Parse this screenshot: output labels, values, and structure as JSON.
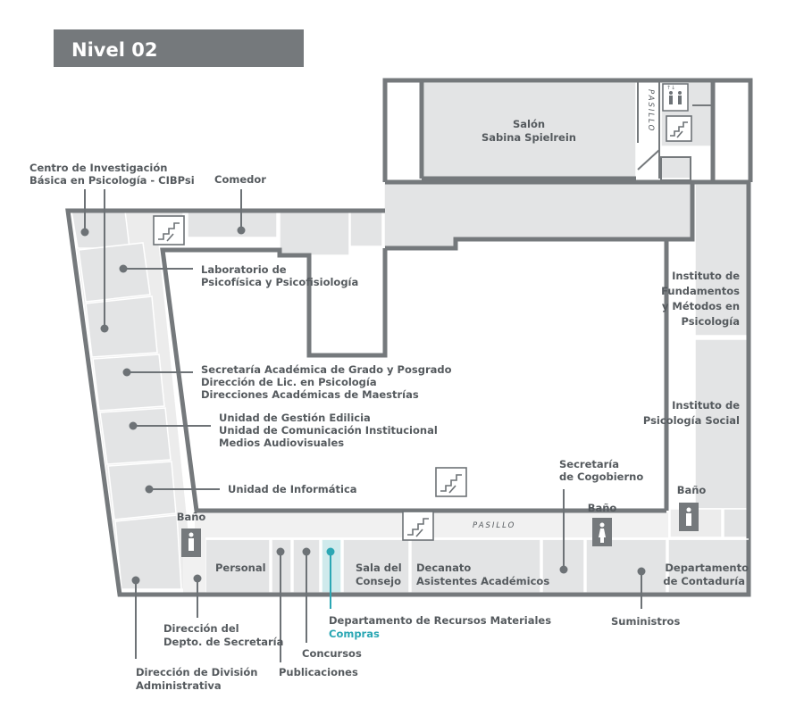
{
  "header": {
    "title": "Nivel 02",
    "bg_color": "#75797c"
  },
  "colors": {
    "wall": "#75797c",
    "room": "#e3e4e5",
    "text": "#555a5e",
    "accent": "#2ba7b4"
  },
  "labels": {
    "salon_1": "Salón",
    "salon_2": "Sabina Spielrein",
    "pasillo_top": "PASILLO",
    "pasillo_bottom": "PASILLO",
    "cibpsi_1": "Centro de Investigación",
    "cibpsi_2": "Básica en Psicología - CIBPsi",
    "comedor": "Comedor",
    "lab_1": "Laboratorio de",
    "lab_2": "Psicofísica y Psicofisiología",
    "sec_acad_1": "Secretaría Académica de Grado y Posgrado",
    "sec_acad_2": "Dirección de Lic. en Psicología",
    "sec_acad_3": "Direcciones Académicas de Maestrías",
    "gestion_1": "Unidad de Gestión Edilicia",
    "gestion_2": "Unidad de Comunicación Institucional",
    "gestion_3": "Medios Audiovisuales",
    "informatica": "Unidad de Informática",
    "inst_fund_1": "Instituto de",
    "inst_fund_2": "Fundamentos",
    "inst_fund_3": "y Métodos en",
    "inst_fund_4": "Psicología",
    "inst_social_1": "Instituto de",
    "inst_social_2": "Psicología Social",
    "cogob_1": "Secretaría",
    "cogob_2": "de Cogobierno",
    "bano_left": "Baño",
    "bano_mid": "Baño",
    "bano_right": "Baño",
    "personal": "Personal",
    "sala_1": "Sala del",
    "sala_2": "Consejo",
    "decanato_1": "Decanato",
    "decanato_2": "Asistentes Académicos",
    "contaduria_1": "Departamento",
    "contaduria_2": "de Contaduría",
    "recursos_1": "Departamento de Recursos Materiales",
    "recursos_2": "Compras",
    "suministros": "Suministros",
    "dir_depto_1": "Dirección del",
    "dir_depto_2": "Depto. de Secretaría",
    "concursos": "Concursos",
    "publicaciones": "Publicaciones",
    "dir_div_1": "Dirección de División",
    "dir_div_2": "Administrativa"
  }
}
